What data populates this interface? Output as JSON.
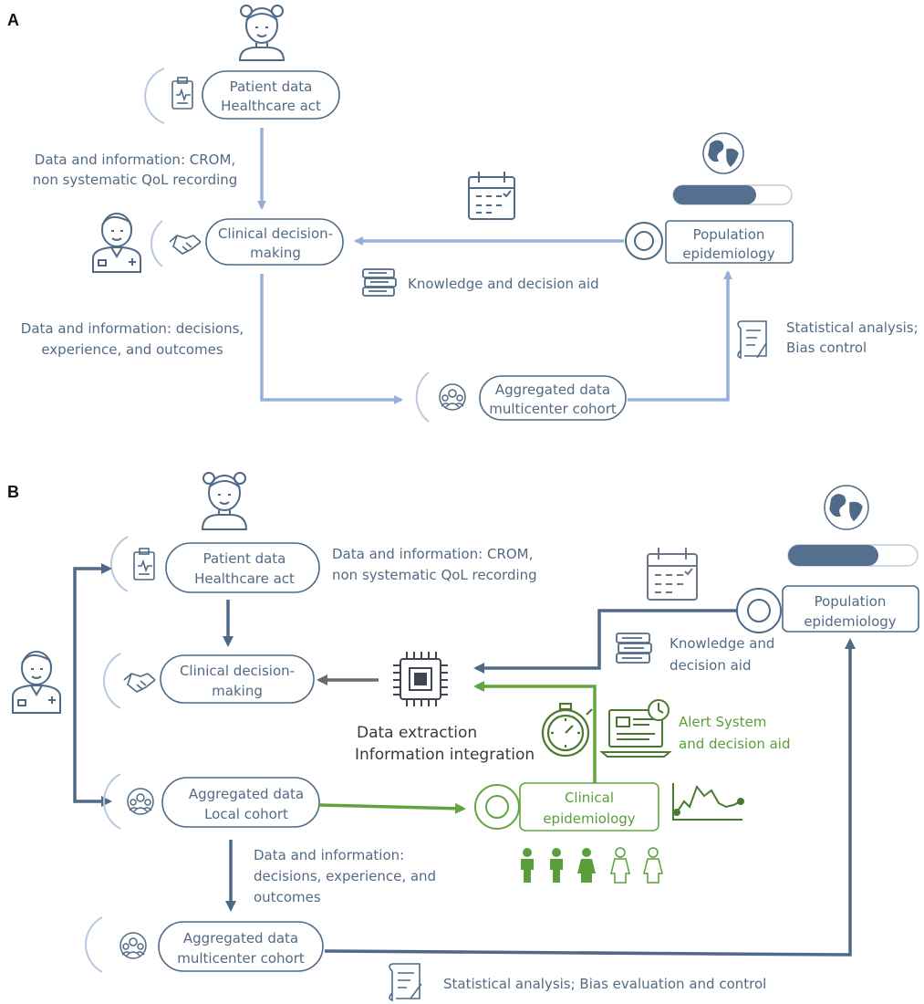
{
  "colors": {
    "accent_a": "#97b0da",
    "accent_b": "#4f6a86",
    "green": "#62a53f",
    "text": "#536a85",
    "gray_arrow": "#6a6a6a"
  },
  "panel_a": {
    "label": "A",
    "patient_node": {
      "line1": "Patient data",
      "line2": "Healthcare act"
    },
    "crom_note": {
      "line1": "Data and information: CROM,",
      "line2": "non systematic QoL recording"
    },
    "decision_node": {
      "line1": "Clinical decision-",
      "line2": "making"
    },
    "population_node": {
      "line1": "Population",
      "line2": "epidemiology"
    },
    "knowledge_note": "Knowledge and decision aid",
    "outcomes_note": {
      "line1": "Data and information: decisions,",
      "line2": "experience, and outcomes"
    },
    "stats_note": {
      "line1": "Statistical analysis;",
      "line2": "Bias control"
    },
    "aggregated_node": {
      "line1": "Aggregated data",
      "line2": "multicenter cohort"
    },
    "progress_fraction": 0.7
  },
  "panel_b": {
    "label": "B",
    "patient_node": {
      "line1": "Patient data",
      "line2": "Healthcare act"
    },
    "crom_note": {
      "line1": "Data and information: CROM,",
      "line2": "non systematic QoL recording"
    },
    "decision_node": {
      "line1": "Clinical decision-",
      "line2": "making"
    },
    "population_node": {
      "line1": "Population",
      "line2": "epidemiology"
    },
    "knowledge_note": {
      "line1": "Knowledge and",
      "line2": "decision aid"
    },
    "extraction_note": {
      "line1": "Data extraction",
      "line2": "Information integration"
    },
    "alert_note": {
      "line1": "Alert System",
      "line2": "and decision aid"
    },
    "local_node": {
      "line1": "Aggregated data",
      "line2": "Local cohort"
    },
    "clinical_epi_node": {
      "line1": "Clinical",
      "line2": "epidemiology"
    },
    "outcomes_note": {
      "line1": "Data and information:",
      "line2": "decisions, experience, and",
      "line3": "outcomes"
    },
    "aggregated_node": {
      "line1": "Aggregated data",
      "line2": "multicenter cohort"
    },
    "stats_note": "Statistical analysis; Bias evaluation and control",
    "progress_fraction": 0.7
  },
  "icons": [
    "woman-avatar-icon",
    "doctor-avatar-icon",
    "globe-icon",
    "calendar-icon",
    "books-icon",
    "scroll-icon",
    "clipboard-icon",
    "handshake-icon",
    "group-icon",
    "chip-icon",
    "stopwatch-icon",
    "laptop-alert-icon",
    "line-chart-icon",
    "people-icon"
  ]
}
